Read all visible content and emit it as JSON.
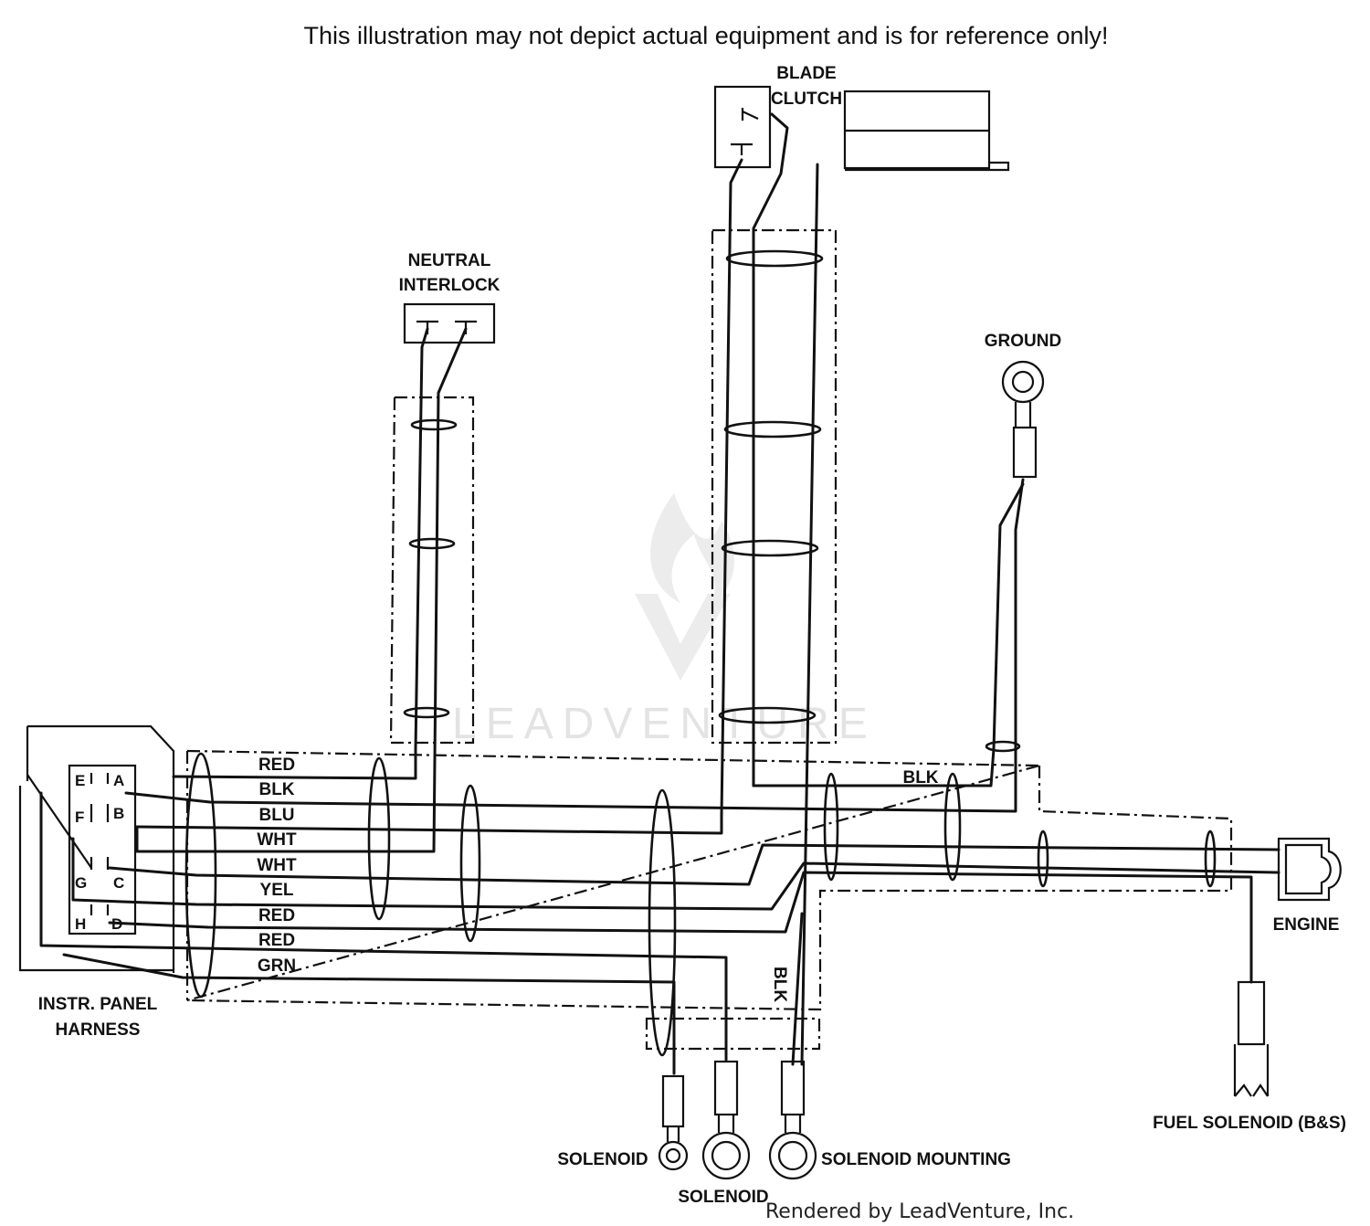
{
  "header": {
    "disclaimer": "This illustration may not depict actual equipment and is for reference only!"
  },
  "components": {
    "blade_clutch": [
      "BLADE",
      "CLUTCH"
    ],
    "neutral_interlock": [
      "NEUTRAL",
      "INTERLOCK"
    ],
    "ground": "GROUND",
    "engine": "ENGINE",
    "fuel_solenoid": "FUEL SOLENOID (B&S)",
    "solenoid_left": "SOLENOID",
    "solenoid_middle": "SOLENOID",
    "solenoid_mounting": "SOLENOID MOUNTING",
    "instr_panel_harness": [
      "INSTR. PANEL",
      "HARNESS"
    ]
  },
  "wire_labels": {
    "harness_colors": [
      "RED",
      "BLK",
      "BLU",
      "WHT",
      "WHT",
      "YEL",
      "RED",
      "RED",
      "GRN"
    ],
    "blk_engine": "BLK",
    "blk_vertical": "BLK"
  },
  "connector_pins": {
    "left": [
      "E",
      "F",
      "G",
      "H"
    ],
    "right": [
      "A",
      "B",
      "C",
      "D"
    ]
  },
  "watermark": "LEADVENTURE",
  "footer": {
    "credit": "Rendered by LeadVenture, Inc."
  }
}
